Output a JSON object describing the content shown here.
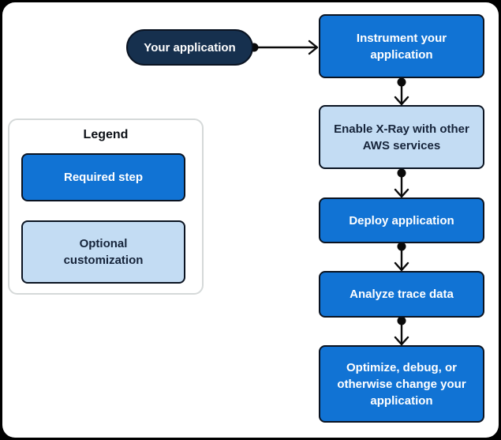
{
  "diagram": {
    "start_node": {
      "label": "Your application"
    },
    "steps": [
      {
        "label": "Instrument your application",
        "type": "required"
      },
      {
        "label": "Enable X-Ray with other AWS services",
        "type": "optional"
      },
      {
        "label": "Deploy application",
        "type": "required"
      },
      {
        "label": "Analyze trace data",
        "type": "required"
      },
      {
        "label": "Optimize, debug, or otherwise change your application",
        "type": "required"
      }
    ],
    "legend": {
      "title": "Legend",
      "items": [
        {
          "label": "Required step",
          "type": "required"
        },
        {
          "label": "Optional customization",
          "type": "optional"
        }
      ]
    },
    "colors": {
      "required_fill": "#1173d4",
      "optional_fill": "#c3dcf3",
      "start_node_fill": "#16304e",
      "node_border": "#0a1321",
      "legend_border": "#d5d9d9",
      "connector": "#0a0a0a",
      "text_on_dark": "#ffffff",
      "text_on_light": "#16243a",
      "sheet_background": "#ffffff",
      "frame_background": "#000000"
    }
  }
}
